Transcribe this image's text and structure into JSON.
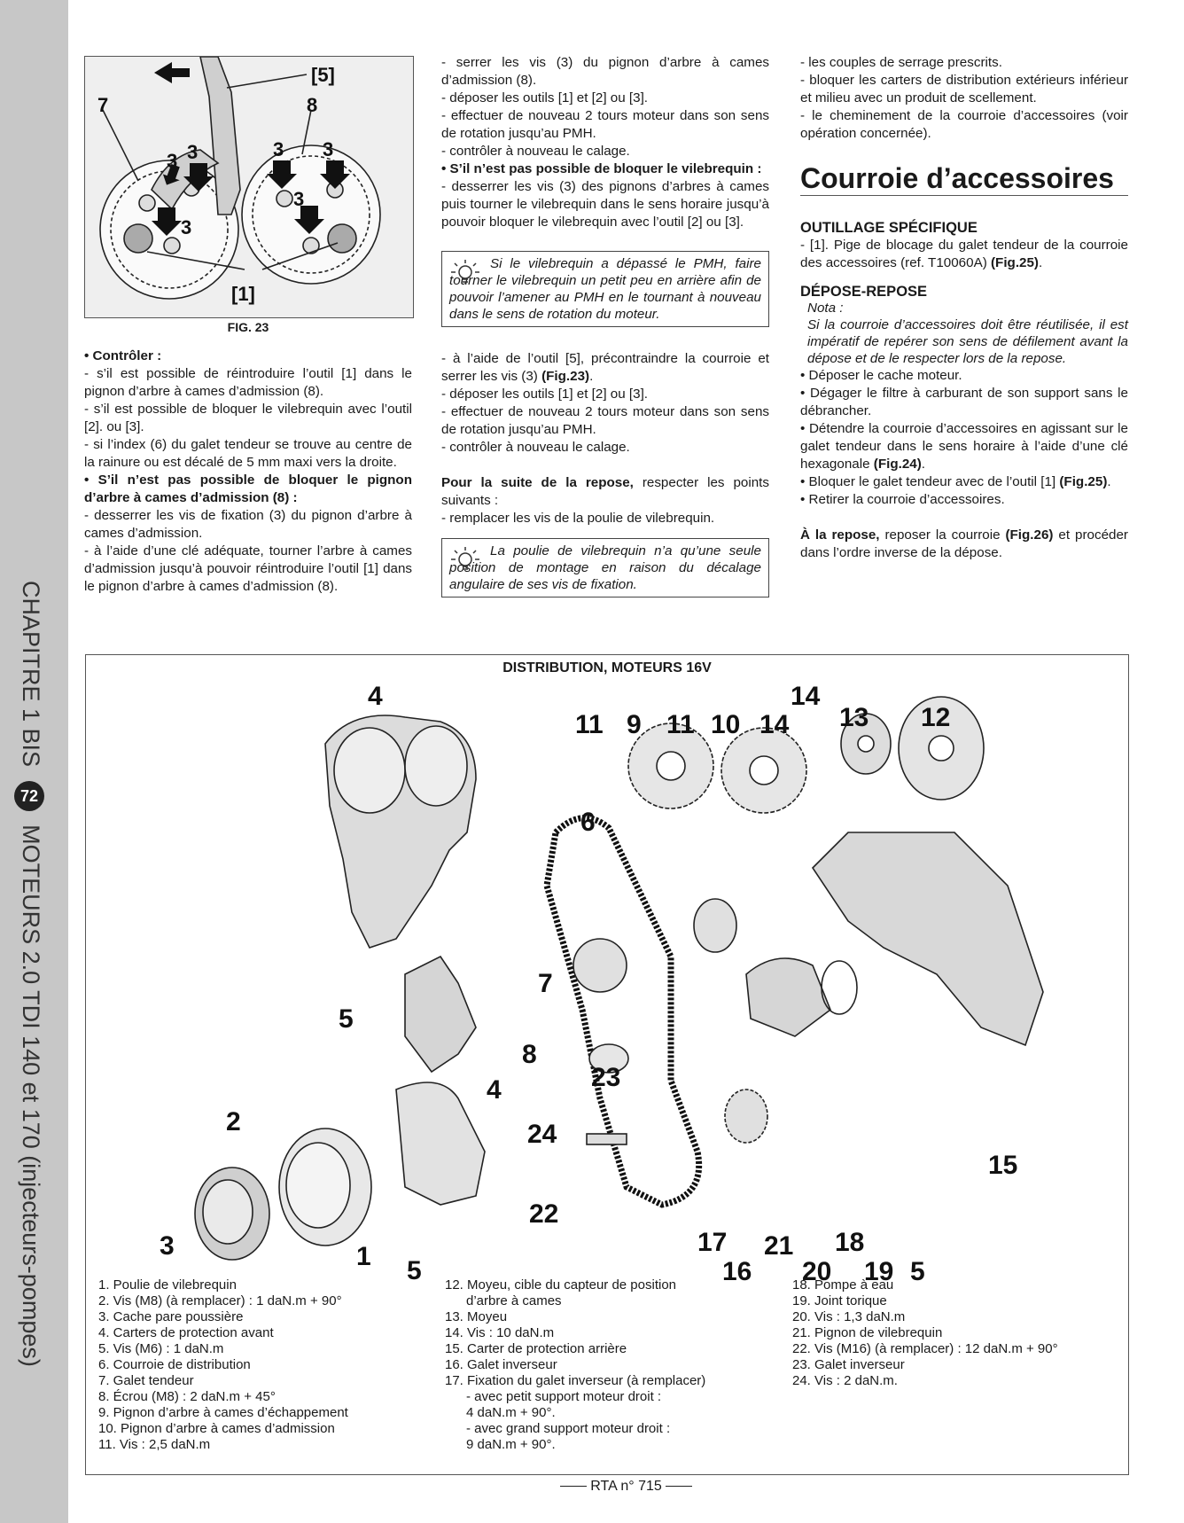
{
  "sidebar": {
    "chapter": "CHAPITRE 1 BIS",
    "page_number": "72",
    "subtitle": "MOTEURS 2.0 TDI 140 et 170 (injecteurs-pompes)"
  },
  "fig23": {
    "caption": "FIG. 23",
    "callouts": [
      "[5]",
      "7",
      "8",
      "3",
      "3",
      "3",
      "3",
      "3",
      "3",
      "[1]"
    ]
  },
  "col1": {
    "p1_bold": "• Contrôler :",
    "p2": "- s’il est possible de réintroduire l’outil [1] dans le pignon d’arbre à cames d’admission (8).",
    "p3": "- s’il est possible de bloquer le vilebrequin avec l’outil [2]. ou [3].",
    "p4": "- si l’index (6) du galet tendeur se trouve au centre de la rainure ou est décalé de 5 mm maxi vers la droite.",
    "p5_bold": "• S’il n’est pas possible de bloquer le pignon d’arbre à cames d’admission (8) :",
    "p6": "- desserrer les vis de fixation (3) du pignon d’arbre à cames d’admission.",
    "p7": "- à l’aide d’une clé adéquate, tourner l’arbre à cames d’admission jusqu’à pouvoir réintroduire l’outil [1] dans le pignon d’arbre à cames d’admission (8)."
  },
  "col2": {
    "p1": "- serrer les vis (3) du pignon d’arbre à cames d’admission (8).",
    "p2": "- déposer les outils [1] et [2] ou [3].",
    "p3": "- effectuer de nouveau 2 tours moteur dans son sens de rotation jusqu’au PMH.",
    "p4": "- contrôler à nouveau le calage.",
    "p5_bold": "• S’il n’est pas possible de bloquer le vilebrequin :",
    "p6": "- desserrer les vis (3) des pignons d’arbres à cames puis tourner le vilebrequin dans le sens horaire jusqu’à pouvoir bloquer le vilebrequin avec l’outil [2] ou [3].",
    "note1": "Si le vilebrequin a dépassé le PMH, faire tourner le vilebrequin un petit peu en arrière afin de pouvoir l’amener au PMH en le tournant à nouveau dans le sens de rotation du moteur.",
    "p7": "- à l’aide de l’outil [5], précontraindre la courroie et serrer les vis (3) ",
    "p7_ref": "(Fig.23)",
    "p7_end": ".",
    "p8": "- déposer les outils [1] et [2] ou [3].",
    "p9": "- effectuer de nouveau 2 tours moteur dans son sens de rotation jusqu’au PMH.",
    "p10": "- contrôler à nouveau le calage.",
    "p11_bold": "Pour la suite de la repose,",
    "p11": " respecter les points suivants :",
    "p12": "- remplacer les vis de la poulie de vilebrequin.",
    "note2": "La poulie de vilebrequin n’a qu’une seule position de montage en raison du décalage angulaire de ses vis de fixation."
  },
  "col3": {
    "p1": "- les couples de serrage prescrits.",
    "p2": "- bloquer les carters de distribution extérieurs inférieur et milieu avec un produit de scellement.",
    "p3": "- le cheminement de la courroie d’accessoires (voir opération concernée).",
    "heading": "Courroie d’accessoires",
    "sub1": "OUTILLAGE SPÉCIFIQUE",
    "p4": "- [1]. Pige de blocage du galet tendeur de la courroie des accessoires (ref. T10060A) ",
    "p4_ref": "(Fig.25)",
    "p4_end": ".",
    "sub2": "DÉPOSE-REPOSE",
    "nota_label": "Nota :",
    "nota": "Si la courroie d’accessoires doit être réutilisée, il est impératif de repérer son sens de défilement avant la dépose et de le respecter lors de la repose.",
    "b1": "• Déposer le cache moteur.",
    "b2": "• Dégager le filtre à carburant de son support sans le débrancher.",
    "b3": "• Détendre la courroie d’accessoires en agissant sur le galet tendeur dans le sens horaire à l’aide d’une clé hexagonale ",
    "b3_ref": "(Fig.24)",
    "b3_end": ".",
    "b4": "• Bloquer le galet tendeur avec de l’outil [1] ",
    "b4_ref": "(Fig.25)",
    "b4_end": ".",
    "b5": "• Retirer la courroie d’accessoires.",
    "p5_bold": "À la repose,",
    "p5": " reposer la courroie ",
    "p5_ref": "(Fig.26)",
    "p5_end": " et procéder dans l’ordre inverse de la dépose."
  },
  "bigfig": {
    "title": "DISTRIBUTION, MOTEURS 16V",
    "labels": {
      "n4a": "4",
      "n11a": "11",
      "n9": "9",
      "n11b": "11",
      "n10": "10",
      "n14a": "14",
      "n14b": "14",
      "n13": "13",
      "n12": "12",
      "n6": "6",
      "n5a": "5",
      "n7": "7",
      "n8": "8",
      "n4b": "4",
      "n23": "23",
      "n2": "2",
      "n24": "24",
      "n15": "15",
      "n22": "22",
      "n3": "3",
      "n1": "1",
      "n5b": "5",
      "n17": "17",
      "n21": "21",
      "n18": "18",
      "n16": "16",
      "n20": "20",
      "n19": "19",
      "n5c": "5"
    },
    "legend_col1": [
      "1. Poulie de vilebrequin",
      "2. Vis (M8) (à remplacer) : 1 daN.m + 90°",
      "3. Cache pare poussière",
      "4. Carters de protection avant",
      "5. Vis (M6) : 1 daN.m",
      "6. Courroie de distribution",
      "7. Galet tendeur",
      "8. Écrou (M8) : 2 daN.m + 45°",
      "9. Pignon d’arbre à cames d’échappement",
      "10. Pignon d’arbre à cames d’admission",
      "11. Vis : 2,5 daN.m"
    ],
    "legend_col2": [
      "12. Moyeu, cible du capteur de position",
      "d’arbre à cames",
      "13. Moyeu",
      "14. Vis : 10 daN.m",
      "15. Carter de protection arrière",
      "16. Galet inverseur",
      "17. Fixation du galet inverseur (à remplacer)",
      "- avec petit support moteur droit :",
      "4 daN.m + 90°.",
      "- avec grand support moteur droit :",
      "9 daN.m + 90°."
    ],
    "legend_col3": [
      "18. Pompe à eau",
      "19. Joint torique",
      "20. Vis : 1,3 daN.m",
      "21. Pignon de vilebrequin",
      "22. Vis (M16) (à remplacer) : 12 daN.m + 90°",
      "23. Galet inverseur",
      "24. Vis : 2 daN.m."
    ]
  },
  "footer": "RTA n° 715"
}
